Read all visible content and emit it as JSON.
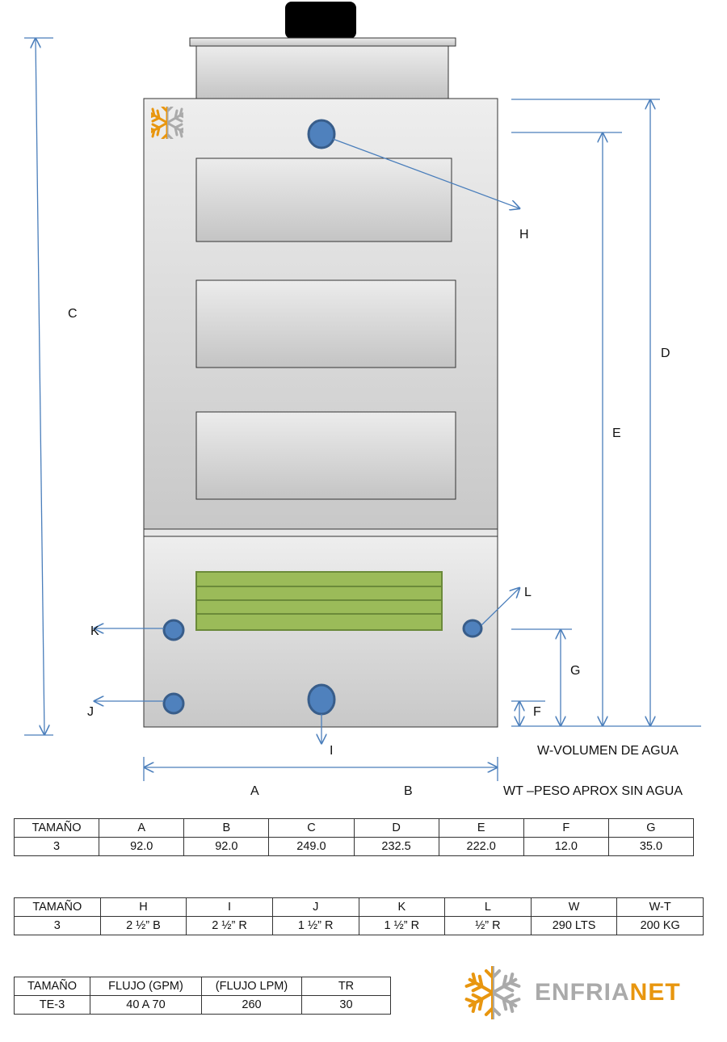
{
  "labels": {
    "A": "A",
    "B": "B",
    "C": "C",
    "D": "D",
    "E": "E",
    "F": "F",
    "G": "G",
    "H": "H",
    "I": "I",
    "J": "J",
    "K": "K",
    "L": "L"
  },
  "notes": {
    "w": "W-VOLUMEN DE AGUA",
    "wt": "WT –PESO APROX SIN AGUA"
  },
  "table1": {
    "headers": [
      "TAMAÑO",
      "A",
      "B",
      "C",
      "D",
      "E",
      "F",
      "G"
    ],
    "rows": [
      [
        "3",
        "92.0",
        "92.0",
        "249.0",
        "232.5",
        "222.0",
        "12.0",
        "35.0"
      ]
    ]
  },
  "table2": {
    "headers": [
      "TAMAÑO",
      "H",
      "I",
      "J",
      "K",
      "L",
      "W",
      "W-T"
    ],
    "rows": [
      [
        "3",
        "2 ½”  B",
        "2 ½” R",
        "1 ½” R",
        "1 ½” R",
        "½” R",
        "290 LTS",
        "200 KG"
      ]
    ]
  },
  "table3": {
    "headers": [
      "TAMAÑO",
      "FLUJO (GPM)",
      "(FLUJO LPM)",
      "TR"
    ],
    "rows": [
      [
        "TE-3",
        "40 A 70",
        "260",
        "30"
      ]
    ]
  },
  "logo": {
    "part1": "ENFRIA",
    "part2": "NET"
  },
  "colors": {
    "orange": "#e8960f",
    "gray": "#aaaaaa",
    "blue": "#4a7ebb",
    "green": "#9bbb59"
  }
}
